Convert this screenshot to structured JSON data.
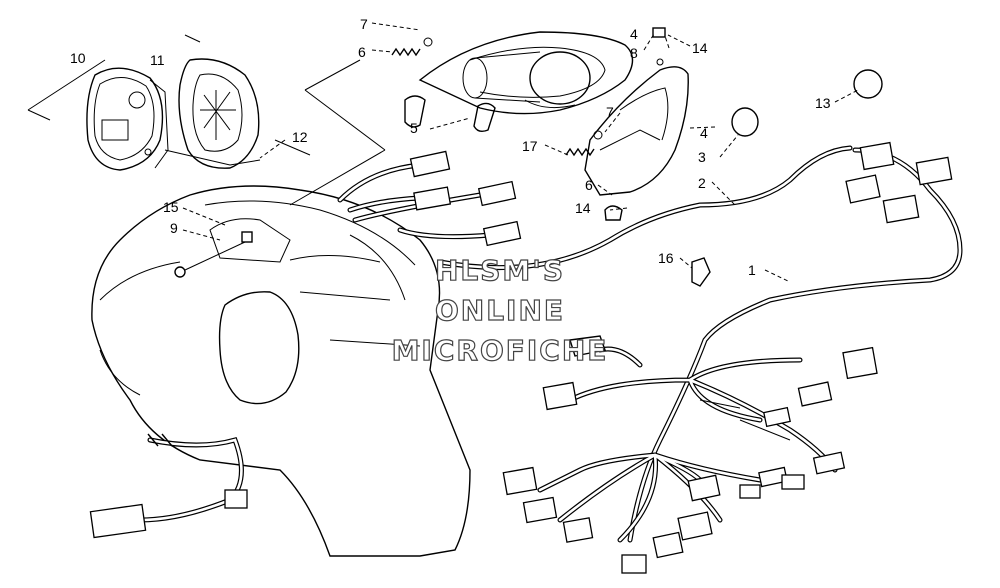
{
  "watermark": {
    "line1": "HLSM'S",
    "line2": "ONLINE",
    "line3": "MICROFICHE"
  },
  "callouts": {
    "c1": "1",
    "c2": "2",
    "c3": "3",
    "c4a": "4",
    "c4b": "4",
    "c5": "5",
    "c6a": "6",
    "c6b": "6",
    "c7a": "7",
    "c7b": "7",
    "c8": "8",
    "c9": "9",
    "c10": "10",
    "c11": "11",
    "c12": "12",
    "c13": "13",
    "c14a": "14",
    "c14b": "14",
    "c15": "15",
    "c16": "16",
    "c17": "17"
  }
}
